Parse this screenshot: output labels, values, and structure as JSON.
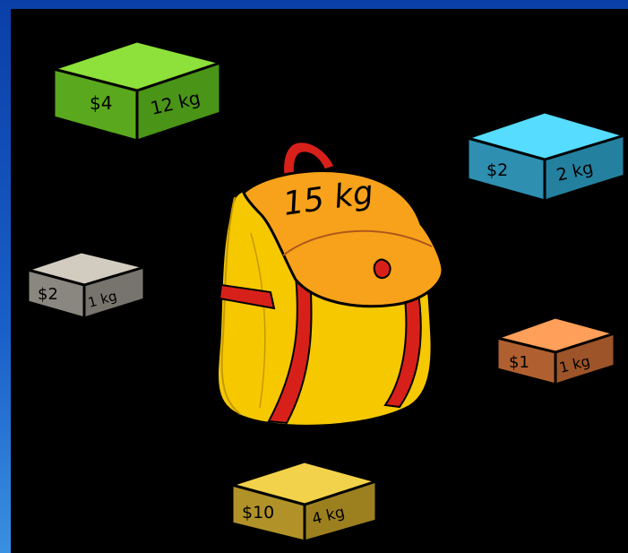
{
  "knapsack": {
    "capacity_label": "15 kg",
    "colors": {
      "bag": "#f5c800",
      "flap": "#f7a21a",
      "straps": "#d8201a",
      "handle": "#d8201a"
    }
  },
  "items": [
    {
      "id": "green",
      "price": "$4",
      "weight": "12 kg",
      "colors": {
        "top": "#8ee03a",
        "left": "#5aa81e",
        "right": "#4a9418"
      }
    },
    {
      "id": "blue",
      "price": "$2",
      "weight": "2 kg",
      "colors": {
        "top": "#55dcff",
        "left": "#2e8fb0",
        "right": "#24809f"
      }
    },
    {
      "id": "gray",
      "price": "$2",
      "weight": "1 kg",
      "colors": {
        "top": "#d2ccc0",
        "left": "#8a8780",
        "right": "#77746d"
      }
    },
    {
      "id": "orange",
      "price": "$1",
      "weight": "1 kg",
      "colors": {
        "top": "#ff9f5a",
        "left": "#b06030",
        "right": "#9c5428"
      }
    },
    {
      "id": "yellow",
      "price": "$10",
      "weight": "4 kg",
      "colors": {
        "top": "#f2d24a",
        "left": "#b09228",
        "right": "#9c8020"
      }
    }
  ]
}
